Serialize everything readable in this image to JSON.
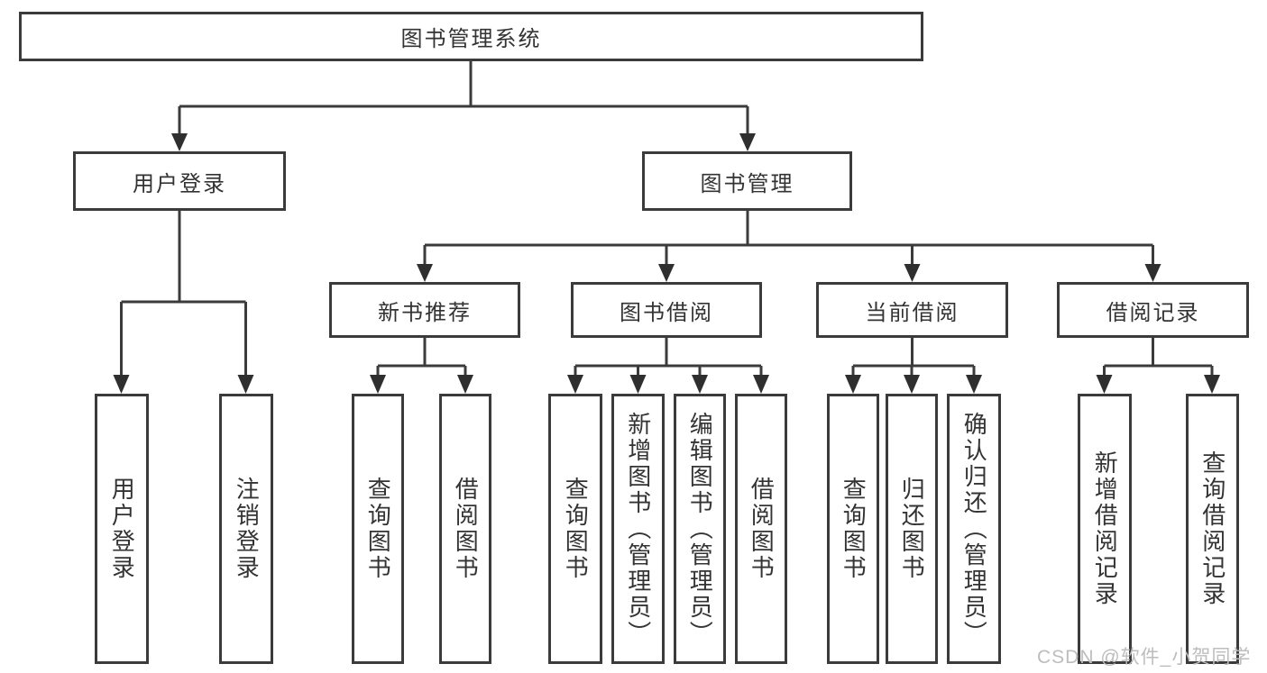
{
  "tree": {
    "root": {
      "label": "图书管理系统"
    },
    "branches": [
      {
        "label": "用户登录",
        "children": [
          {
            "label": "用户登录"
          },
          {
            "label": "注销登录"
          }
        ]
      },
      {
        "label": "图书管理",
        "children": [
          {
            "label": "新书推荐",
            "children": [
              {
                "label": "查询图书"
              },
              {
                "label": "借阅图书"
              }
            ]
          },
          {
            "label": "图书借阅",
            "children": [
              {
                "label": "查询图书"
              },
              {
                "label": "新增图书（管理员）"
              },
              {
                "label": "编辑图书（管理员）"
              },
              {
                "label": "借阅图书"
              }
            ]
          },
          {
            "label": "当前借阅",
            "children": [
              {
                "label": "查询图书"
              },
              {
                "label": "归还图书"
              },
              {
                "label": "确认归还（管理员）"
              }
            ]
          },
          {
            "label": "借阅记录",
            "children": [
              {
                "label": "新增借阅记录"
              },
              {
                "label": "查询借阅记录"
              }
            ]
          }
        ]
      }
    ]
  },
  "watermark": {
    "text": "CSDN @软件_小贺同学"
  },
  "colors": {
    "line": "#3b3b3b",
    "arrow": "#2f2f2f",
    "text": "#333333",
    "watermark": "#bdbdbd",
    "background": "#ffffff"
  }
}
